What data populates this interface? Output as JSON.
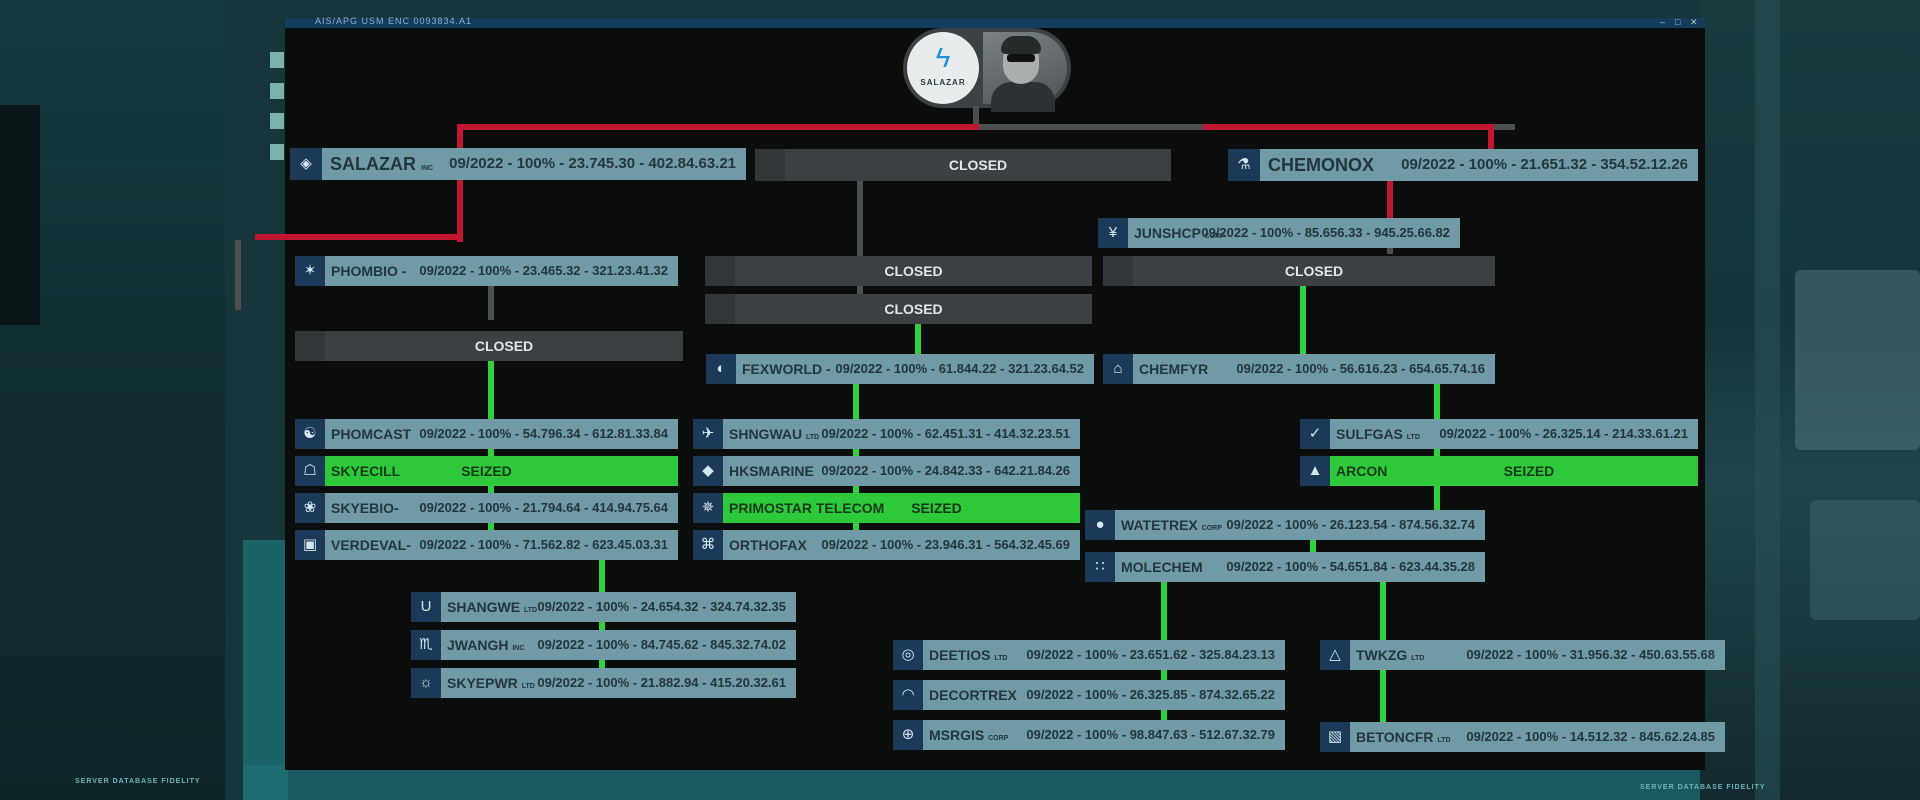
{
  "window": {
    "title": "AIS/APG USM ENC 0093834.A1",
    "controls": [
      "–",
      "□",
      "✕"
    ]
  },
  "header": {
    "logo_text": "SALAZAR"
  },
  "closed_label": "CLOSED",
  "seized_label": "SEIZED",
  "nodes": {
    "salazar": {
      "icon": "◈",
      "name": "SALAZAR",
      "suffix": "INC",
      "data": "09/2022 - 100% - 23.745.30 - 402.84.63.21"
    },
    "chemonox": {
      "icon": "⚗",
      "name": "CHEMONOX",
      "data": "09/2022 - 100% - 21.651.32 - 354.52.12.26"
    },
    "junshcp": {
      "icon": "¥",
      "name": "JUNSHCP",
      "suffix": "CORP",
      "data": "09/2022 - 100% - 85.656.33 - 945.25.66.82"
    },
    "phombio": {
      "icon": "✶",
      "name": "PHOMBIO -",
      "data": "09/2022 - 100% - 23.465.32 - 321.23.41.32"
    },
    "fexworld": {
      "icon": "◐",
      "name": "FEXWORLD -",
      "data": "09/2022 - 100% - 61.844.22 - 321.23.64.52"
    },
    "chemfyr": {
      "icon": "⌂",
      "name": "CHEMFYR",
      "data": "09/2022 - 100% - 56.616.23 - 654.65.74.16"
    },
    "phomcast": {
      "icon": "☯",
      "name": "PHOMCAST",
      "data": "09/2022 - 100% - 54.796.34 - 612.81.33.84"
    },
    "skyecill": {
      "icon": "☖",
      "name": "SKYECILL"
    },
    "skyebio": {
      "icon": "❀",
      "name": "SKYEBIO-",
      "data": "09/2022 - 100% - 21.794.64 - 414.94.75.64"
    },
    "verdeval": {
      "icon": "▣",
      "name": "VERDEVAL-",
      "data": "09/2022 - 100% - 71.562.82 - 623.45.03.31"
    },
    "shngwau": {
      "icon": "✈",
      "name": "SHNGWAU",
      "suffix": "LTD",
      "data": "09/2022 - 100% - 62.451.31 - 414.32.23.51"
    },
    "hksmarine": {
      "icon": "◆",
      "name": "HKSMARINE",
      "data": "09/2022 - 100% - 24.842.33 - 642.21.84.26"
    },
    "primostar": {
      "icon": "✵",
      "name": "PRIMOSTAR TELECOM"
    },
    "orthofax": {
      "icon": "⌘",
      "name": "ORTHOFAX",
      "data": "09/2022 - 100% - 23.946.31 - 564.32.45.69"
    },
    "sulfgas": {
      "icon": "✓",
      "name": "SULFGAS",
      "suffix": "LTD",
      "data": "09/2022 - 100% - 26.325.14 - 214.33.61.21"
    },
    "arcon": {
      "icon": "▲",
      "name": "ARCON"
    },
    "watetrex": {
      "icon": "●",
      "name": "WATETREX",
      "suffix": "CORP",
      "data": "09/2022 - 100% - 26.123.54 - 874.56.32.74"
    },
    "molechem": {
      "icon": "∷",
      "name": "MOLECHEM",
      "data": "09/2022 - 100% - 54.651.84 - 623.44.35.28"
    },
    "shangwe": {
      "icon": "U",
      "name": "SHANGWE",
      "suffix": "LTD",
      "data": "09/2022 - 100% - 24.654.32 - 324.74.32.35"
    },
    "jwangh": {
      "icon": "♏",
      "name": "JWANGH",
      "suffix": "INC",
      "data": "09/2022 - 100% - 84.745.62 - 845.32.74.02"
    },
    "skyepwr": {
      "icon": "☼",
      "name": "SKYEPWR",
      "suffix": "LTD",
      "data": "09/2022 - 100% - 21.882.94 - 415.20.32.61"
    },
    "deetios": {
      "icon": "◎",
      "name": "DEETIOS",
      "suffix": "LTD",
      "data": "09/2022 - 100% - 23.651.62 - 325.84.23.13"
    },
    "decortrex": {
      "icon": "◠",
      "name": "DECORTREX",
      "data": "09/2022 - 100% - 26.325.85 - 874.32.65.22"
    },
    "msrgis": {
      "icon": "⊕",
      "name": "MSRGIS",
      "suffix": "CORP",
      "data": "09/2022 - 100% - 98.847.63 - 512.67.32.79"
    },
    "twkzg": {
      "icon": "△",
      "name": "TWKZG",
      "suffix": "LTD",
      "data": "09/2022 - 100% - 31.956.32 - 450.63.55.68"
    },
    "betoncfr": {
      "icon": "▧",
      "name": "BETONCFR",
      "suffix": "LTD",
      "data": "09/2022 - 100% - 14.512.32 - 845.62.24.85"
    }
  },
  "footer": {
    "left": "SERVER DATABASE FIDELITY",
    "right": "SERVER DATABASE FIDELITY"
  },
  "colors": {
    "link_red": "#c21630",
    "link_green": "#2fd13c",
    "link_gray": "#4b4f52",
    "node": "#6f9aa6",
    "seized": "#2ec83b",
    "closed": "#3d4042"
  }
}
